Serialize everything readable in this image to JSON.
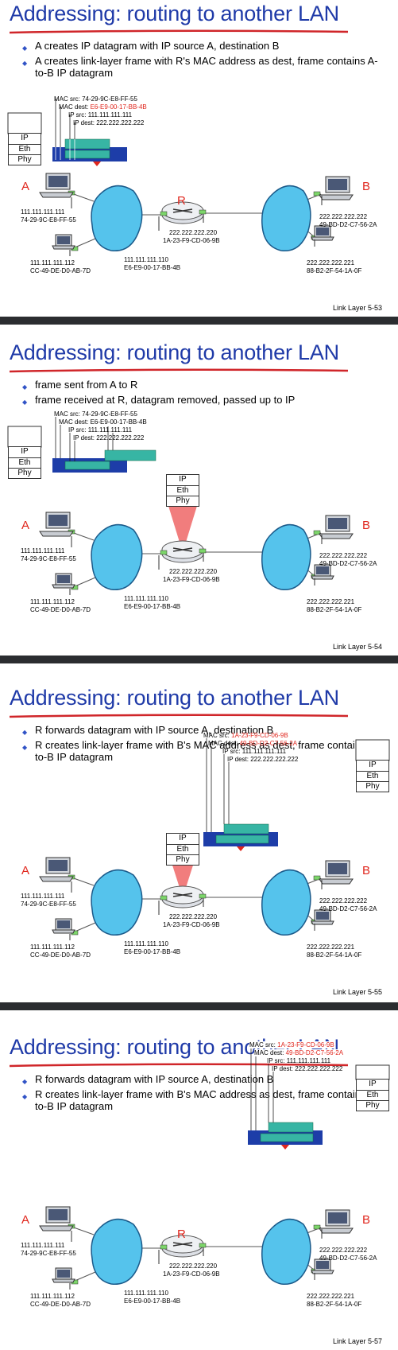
{
  "slides": [
    {
      "title": "Addressing: routing to another LAN",
      "bullets": [
        "A creates IP datagram with IP source A, destination B",
        "A creates link-layer frame with R's MAC address as dest, frame contains A-to-B IP datagram"
      ],
      "mac_src": "MAC src: 74-29-9C-E8-FF-55",
      "mac_dest_label": "MAC dest:",
      "mac_dest_value": "E6-E9-00-17-BB-4B",
      "ip_src": "IP src: 111.111.111.111",
      "ip_dest": "IP dest: 222.222.222.222",
      "footer": "Link Layer  5-53"
    },
    {
      "title": "Addressing: routing to another LAN",
      "bullets": [
        "frame sent from A to R",
        "frame received at R, datagram removed, passed up to IP"
      ],
      "mac_src": "MAC src: 74-29-9C-E8-FF-55",
      "mac_dest_label": "MAC dest: E6-E9-00-17-BB-4B",
      "ip_src": "IP src: 111.111.111.111",
      "ip_dest": "IP dest: 222.222.222.222",
      "footer": "Link Layer  5-54"
    },
    {
      "title": "Addressing: routing to another LAN",
      "bullets": [
        "R forwards datagram with IP source A, destination B",
        "R creates link-layer frame with B's MAC address as dest, frame contains A-to-B IP datagram"
      ],
      "mac_src_label": "MAC src:",
      "mac_src_value": "1A-23-F9-CD-06-9B",
      "mac_dest_label": "MAC dest:",
      "mac_dest_value": "49-BD-D2-C7-56-2A",
      "ip_src": "IP src: 111.111.111.111",
      "ip_dest": "IP dest: 222.222.222.222",
      "footer": "Link Layer  5-55"
    },
    {
      "title": "Addressing: routing to another LAN",
      "bullets": [
        "R forwards datagram with IP source A, destination B",
        "R creates link-layer frame with B's MAC address as dest, frame contains A-to-B IP datagram"
      ],
      "mac_src_label": "MAC src:",
      "mac_src_value": "1A-23-F9-CD-06-9B",
      "mac_dest_label": "MAC dest:",
      "mac_dest_value": "49-BD-D2-C7-56-2A",
      "ip_src": "IP src: 111.111.111.111",
      "ip_dest": "IP dest: 222.222.222.222",
      "footer": "Link Layer  5-57"
    }
  ],
  "network": {
    "host_a_letter": "A",
    "host_b_letter": "B",
    "router_letter": "R",
    "a_ip": "111.111.111.111",
    "a_mac": "74-29-9C-E8-FF-55",
    "a2_ip": "111.111.111.112",
    "a2_mac": "CC-49-DE-D0-AB-7D",
    "r_left_ip": "111.111.111.110",
    "r_left_mac": "E6-E9-00-17-BB-4B",
    "r_right_ip": "222.222.222.220",
    "r_right_mac": "1A-23-F9-CD-06-9B",
    "b_ip": "222.222.222.222",
    "b_mac": "49-BD-D2-C7-56-2A",
    "b2_ip": "222.222.222.221",
    "b2_mac": "88-B2-2F-54-1A-0F"
  },
  "stack_layers": [
    "IP",
    "Eth",
    "Phy"
  ],
  "colors": {
    "title": "#1f3aa8",
    "underline": "#d0262a",
    "highlight": "#e0261d",
    "cloud": "#55c3ec",
    "frame_blue": "#1d3da8",
    "frame_teal": "#37b5a4",
    "frame_red": "#e0261d",
    "separator": "#2b2d30"
  }
}
